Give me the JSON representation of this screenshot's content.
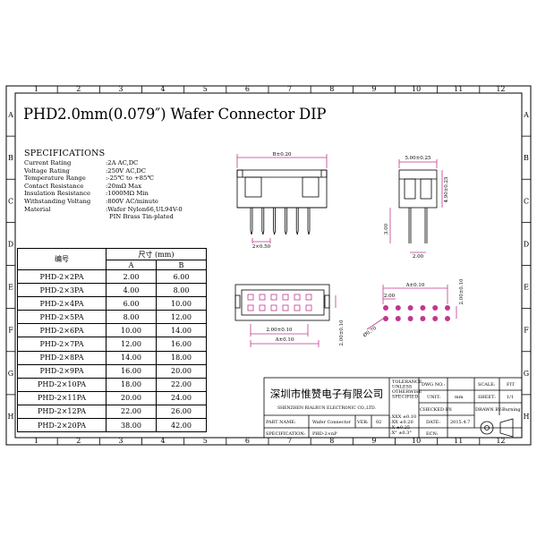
{
  "title": "PHD2.0mm(0.079″) Wafer Connector DIP",
  "grid": {
    "columns": [
      "1",
      "2",
      "3",
      "4",
      "5",
      "6",
      "7",
      "8",
      "9",
      "10",
      "11",
      "12"
    ],
    "rows": [
      "A",
      "B",
      "C",
      "D",
      "E",
      "F",
      "G",
      "H"
    ]
  },
  "specifications": {
    "heading": "SPECIFICATIONS",
    "rows": [
      {
        "label": "Current Rating",
        "value": ":2A AC,DC"
      },
      {
        "label": "Voltage Rating",
        "value": ":250V AC,DC"
      },
      {
        "label": "Temperature Range",
        "value": ":-25℃ to +85℃"
      },
      {
        "label": "Contact Resistance",
        "value": ":20mΩ Max"
      },
      {
        "label": "Insulation Resistance",
        "value": ":1000MΩ Min"
      },
      {
        "label": "Withstanding Voltang",
        "value": ":800V AC/minute"
      },
      {
        "label": "Material",
        "value": ":Wafer Nylon66,UL94V-0"
      },
      {
        "label": "",
        "value": "PIN Brass Tin-plated"
      }
    ]
  },
  "parts_table": {
    "col_part": "编号",
    "col_size": "尺寸 (mm)",
    "col_a": "A",
    "col_b": "B",
    "rows": [
      {
        "part": "PHD-2×2PA",
        "a": "2.00",
        "b": "6.00"
      },
      {
        "part": "PHD-2×3PA",
        "a": "4.00",
        "b": "8.00"
      },
      {
        "part": "PHD-2×4PA",
        "a": "6.00",
        "b": "10.00"
      },
      {
        "part": "PHD-2×5PA",
        "a": "8.00",
        "b": "12.00"
      },
      {
        "part": "PHD-2×6PA",
        "a": "10.00",
        "b": "14.00"
      },
      {
        "part": "PHD-2×7PA",
        "a": "12.00",
        "b": "16.00"
      },
      {
        "part": "PHD-2×8PA",
        "a": "14.00",
        "b": "18.00"
      },
      {
        "part": "PHD-2×9PA",
        "a": "16.00",
        "b": "20.00"
      },
      {
        "part": "PHD-2×10PA",
        "a": "18.00",
        "b": "22.00"
      },
      {
        "part": "PHD-2×11PA",
        "a": "20.00",
        "b": "24.00"
      },
      {
        "part": "PHD-2×12PA",
        "a": "22.00",
        "b": "26.00"
      },
      {
        "part": "PHD-2×20PA",
        "a": "38.00",
        "b": "42.00"
      }
    ]
  },
  "dimensions": {
    "front_b": "B±0.20",
    "pitch_front": "2×0.50",
    "side_top": "5.00±0.25",
    "side_height": "4.90±0.25",
    "side_pin": "3.00",
    "side_bottom": "2.00",
    "bottom_a": "A±0.10",
    "bottom_pitch": "2.00±0.10",
    "bottom_row": "2.00±0.10",
    "pcb_a": "A±0.10",
    "pcb_row": "2.00±0.10",
    "pcb_pitch": "2.00",
    "pcb_hole": "Ø0.70"
  },
  "title_block": {
    "company_cn": "深圳市惟赞电子有限公司",
    "company_en": "SHENZHEN RIALRUN ELECTRONIC CO.,LTD.",
    "tolerance_label": "TOLERANCE UNLESS OTHERWISE SPECIFIED",
    "tol_xxx": ".XXX  ±0.10",
    "tol_xx": ".XX   ±0.20",
    "tol_x": ".X    ±0.25",
    "tol_deg": ".X°   ±0.3°",
    "dwg_no_label": "DWG NO.:",
    "dwg_no": "",
    "scale_label": "SCALE:",
    "scale": "FIT",
    "unit_label": "UNIT:",
    "unit": "mm",
    "sheet_label": "SHEET:",
    "sheet": "1/1",
    "checked_label": "CHECKED BY:",
    "checked": "",
    "drawn_label": "DRAWN BY:",
    "drawn": "Burning",
    "part_name_label": "PART NAME:",
    "part_name": "Wafer Connector",
    "ver_label": "VER:",
    "ver": "02",
    "date_label": "DATE:",
    "date": "2015.4.7",
    "spec_label": "SPECIFICATION:",
    "spec": "PHD-2×nP",
    "ecn_label": "ECN:",
    "ecn": ""
  }
}
